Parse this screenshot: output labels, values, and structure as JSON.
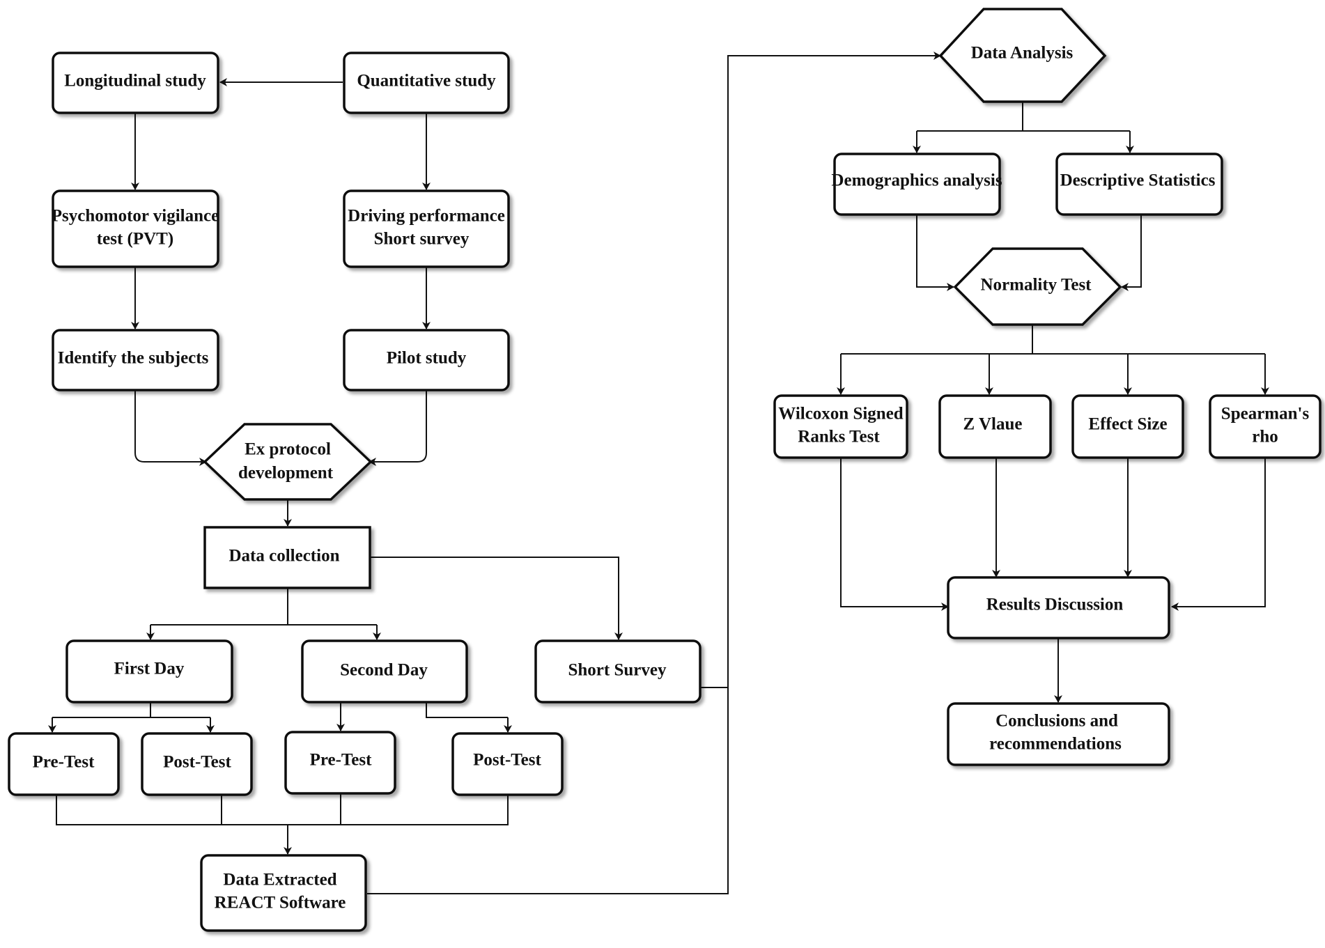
{
  "nodes": {
    "longitudinal": "Longitudinal study",
    "quantitative": "Quantitative study",
    "pvt_1": "Psychomotor vigilance",
    "pvt_2": "test (PVT)",
    "driving_1": "Driving performance",
    "driving_2": "Short survey",
    "identify": "Identify the subjects",
    "pilot": "Pilot study",
    "ex_protocol_1": "Ex protocol",
    "ex_protocol_2": "development",
    "data_collection": "Data collection",
    "first_day": "First Day",
    "second_day": "Second Day",
    "short_survey": "Short Survey",
    "pre_test_1": "Pre-Test",
    "post_test_1": "Post-Test",
    "pre_test_2": "Pre-Test",
    "post_test_2": "Post-Test",
    "data_extracted_1": "Data Extracted",
    "data_extracted_2": "REACT Software",
    "data_analysis": "Data Analysis",
    "demographics": "Demographics analysis",
    "descriptive": "Descriptive Statistics",
    "normality": "Normality Test",
    "wilcoxon_1": "Wilcoxon Signed",
    "wilcoxon_2": "Ranks Test",
    "z_value": "Z  Vlaue",
    "effect_size": "Effect Size",
    "spearman_1": "Spearman's",
    "spearman_2": "rho",
    "results": "Results Discussion",
    "conclusions_1": "Conclusions and",
    "conclusions_2": "recommendations"
  }
}
